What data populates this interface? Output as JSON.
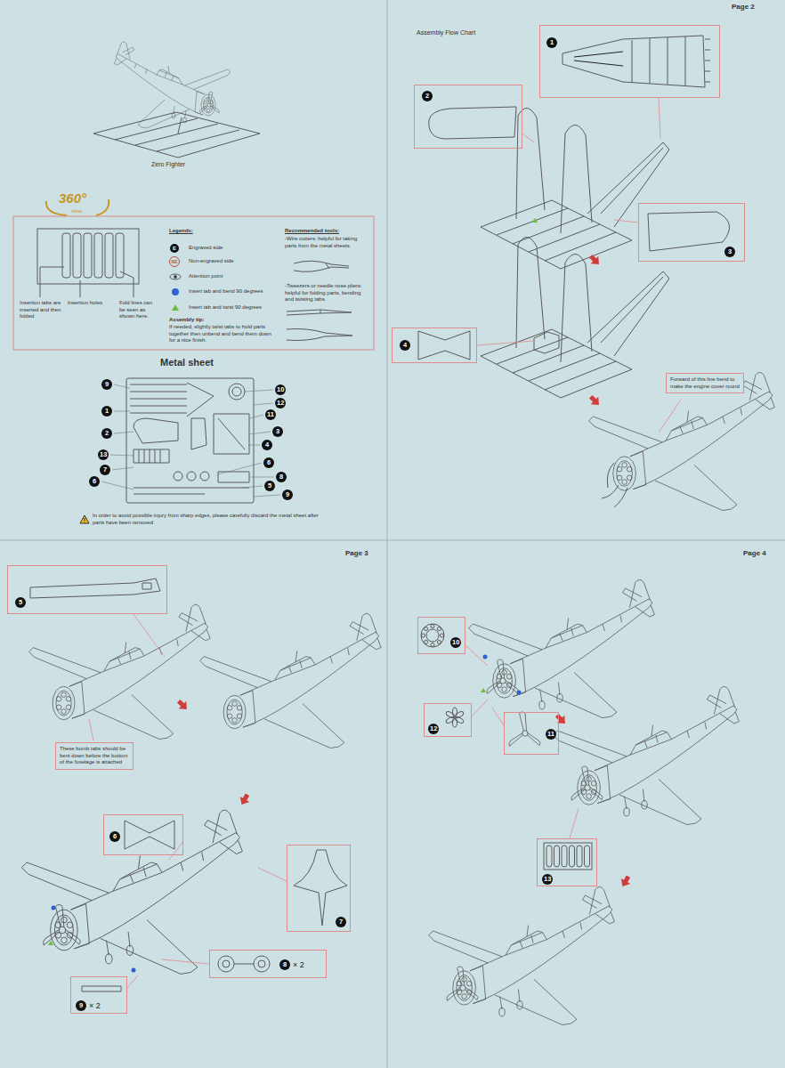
{
  "diagram": {
    "nodes": [
      {
        "text": [
          "1"
        ]
      },
      {
        "text": [
          "2"
        ]
      },
      {
        "text": [
          "3"
        ]
      },
      {
        "text": [
          "4"
        ]
      },
      {
        "text": [
          "Forward of this line bend to make the engine cover round"
        ]
      },
      {
        "text": [
          "5"
        ]
      },
      {
        "text": [
          "These bomb tabs should be bent down before the bottom of the fuselage is attached"
        ]
      },
      {
        "text": [
          "6"
        ]
      },
      {
        "text": [
          "7"
        ]
      },
      {
        "text": [
          "8",
          "× 2"
        ]
      },
      {
        "text": [
          "9",
          "× 2"
        ]
      },
      {
        "text": [
          "10"
        ]
      },
      {
        "text": [
          "12"
        ]
      },
      {
        "text": [
          "11"
        ]
      },
      {
        "text": [
          "13"
        ]
      }
    ],
    "labels": [
      "Zero Fighter",
      "360°",
      "view",
      "Insertion tabs are inserted and then folded",
      "Insertion holes",
      "Fold lines can be seen as shown here.",
      "Legends:",
      "E",
      "NE",
      "Assembly tip:",
      "If needed, slightly twist tabs to hold parts together then unbend and bend them down for a nice finish.",
      "Recommended tools:",
      "-Wire cutters: helpful for taking parts from the metal sheets.",
      "-Tweezers or needle nose pliers: helpful for folding parts, bending and twisting tabs.",
      "Metal sheet",
      "9",
      "1",
      "2",
      "13",
      "7",
      "6",
      "10",
      "12",
      "11",
      "3",
      "4",
      "6",
      "8",
      "5",
      "9",
      "In order to avoid possible injury from sharp edges, please carefully discard the metal sheet after parts have been removed",
      "Page 2",
      "Assembly Flow Chart",
      "Page 3",
      "Page 4"
    ],
    "legend": [
      {
        "text": "Engraved side"
      },
      {
        "text": "Non-engraved side"
      },
      {
        "text": "Attention point"
      },
      {
        "text": "Insert tab and bend 90 degrees",
        "color": "#2f5fd0"
      },
      {
        "text": "Insert tab and twist 90 degrees"
      }
    ]
  }
}
